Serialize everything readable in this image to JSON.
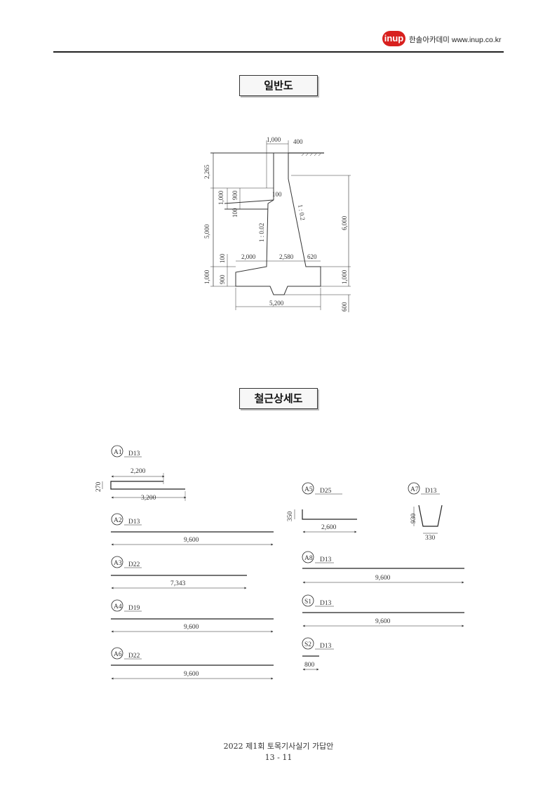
{
  "header": {
    "logo_text": "inup",
    "brand_text": "한솔아카데미 www.inup.co.kr"
  },
  "sections": {
    "general_title": "일반도",
    "rebar_title": "철근상세도"
  },
  "general_drawing": {
    "dim_top_1": "1,000",
    "dim_top_2": "400",
    "dim_2265": "2,265",
    "dim_1000_a": "1,000",
    "dim_900_a": "900",
    "dim_100_a": "100",
    "dim_100_b": "100",
    "dim_5000": "5,000",
    "dim_100_c": "100",
    "slope_front": "1 : 0.02",
    "slope_back": "1 : 0.2",
    "dim_6000": "6,000",
    "dim_2000": "2,000",
    "dim_2580": "2,580",
    "dim_620": "620",
    "dim_1000_b": "1,000",
    "dim_900_b": "900",
    "dim_1000_c": "1,000",
    "dim_5200": "5,200",
    "dim_600": "600"
  },
  "rebars": {
    "a1": {
      "mark": "A1",
      "dia": "D13",
      "dim_top": "2,200",
      "dim_hook": "270",
      "dim_bottom": "3,200"
    },
    "a2": {
      "mark": "A2",
      "dia": "D13",
      "length": "9,600"
    },
    "a3": {
      "mark": "A3",
      "dia": "D22",
      "length": "7,343"
    },
    "a4": {
      "mark": "A4",
      "dia": "D19",
      "length": "9,600"
    },
    "a6": {
      "mark": "A6",
      "dia": "D22",
      "length": "9,600"
    },
    "a5": {
      "mark": "A5",
      "dia": "D25",
      "dim_hook": "350",
      "length": "2,600"
    },
    "a7": {
      "mark": "A7",
      "dia": "D13",
      "height": "930",
      "width": "330"
    },
    "a8": {
      "mark": "A8",
      "dia": "D13",
      "length": "9,600"
    },
    "s1": {
      "mark": "S1",
      "dia": "D13",
      "length": "9,600"
    },
    "s2": {
      "mark": "S2",
      "dia": "D13",
      "length": "800"
    }
  },
  "footer": {
    "exam_title": "2022 제1회 토목기사실기 가답안",
    "page": "13 - 11"
  }
}
